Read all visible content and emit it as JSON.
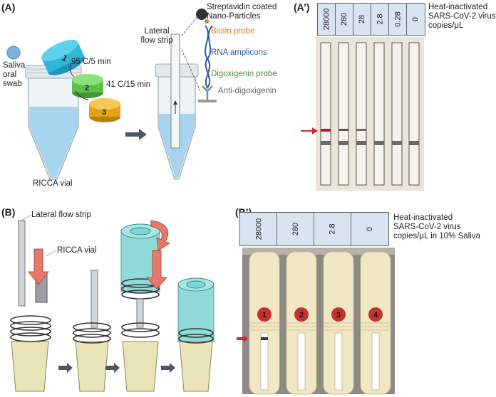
{
  "panels": {
    "a": {
      "label": "(A)",
      "saliva_label": "Saliva oral swab",
      "vial_label": "RICCA vial",
      "cap_steps": [
        {
          "number": "1",
          "text": "95 C/5 min",
          "color": "#2fb6d9"
        },
        {
          "number": "2",
          "text": "41 C/15 min",
          "color": "#5cc04a"
        },
        {
          "number": "3",
          "text": "",
          "color": "#e0a31a"
        }
      ],
      "strip_label": "Lateral flow strip",
      "legend": {
        "streptavidin": "Streptavidin coated Nano-Particles",
        "biotin": "Biotin probe",
        "rna": "RNA amplicons",
        "digoxigenin": "Digoxigenin probe",
        "anti": "Anti-digoxigenin"
      },
      "colors": {
        "biotin": "#e07a2c",
        "rna": "#2e5c9e",
        "digoxigenin": "#4a8c2c",
        "anti": "#666666"
      }
    },
    "a_prime": {
      "label": "(A’)",
      "concentrations": [
        "28000",
        "280",
        "28",
        "2.8",
        "0.28",
        "0"
      ],
      "caption_lines": [
        "Heat-inactivated",
        "SARS-CoV-2 virus",
        "copies/μL"
      ]
    },
    "b": {
      "label": "(B)",
      "strip_label": "Lateral flow strip",
      "vial_label": "RICCA vial"
    },
    "b_prime": {
      "label": "(B’)",
      "concentrations": [
        "28000",
        "280",
        "2.8",
        "0"
      ],
      "tube_numbers": [
        "1",
        "2",
        "3",
        "4"
      ],
      "caption_lines": [
        "Heat-inactivated",
        "SARS-CoV-2 virus",
        "copies/μL in 10% Saliva"
      ]
    }
  }
}
